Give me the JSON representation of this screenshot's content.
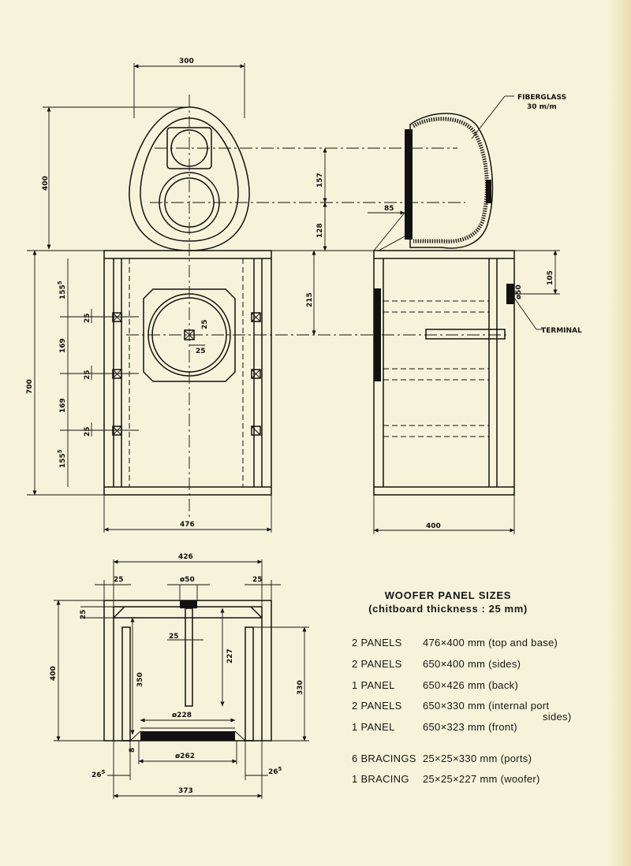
{
  "front_view": {
    "width_top": "300",
    "height_top": "400",
    "cabinet_height": "700",
    "cabinet_width": "476",
    "spacing": [
      "155",
      "169",
      "169",
      "155"
    ],
    "spacing_sup": "5",
    "bracing": [
      "25",
      "25",
      "25"
    ],
    "woofer_center": "215",
    "woofer_offset": "25"
  },
  "side_view": {
    "fiberglass_label": "FIBERGLASS",
    "fiberglass_value": "30 m/m",
    "dim_157": "157",
    "dim_128": "128",
    "dim_85": "85",
    "dim_105": "105",
    "port_diameter": "ø50",
    "terminal_label": "TERMINAL",
    "depth": "400"
  },
  "top_view": {
    "outer_width": "426",
    "wall_left": "25",
    "wall_right": "25",
    "terminal_diameter": "ø50",
    "wall_top": "25",
    "bar_width": "25",
    "height_350": "350",
    "height_227": "227",
    "depth_400": "400",
    "port_330": "330",
    "diam_228": "ø228",
    "diam_262": "ø262",
    "small_8": "8",
    "offset_left": "26",
    "offset_right": "26",
    "offset_sup": "5",
    "inner_width": "373"
  },
  "panel_table": {
    "title": "WOOFER PANEL SIZES",
    "subtitle": "(chitboard thickness : 25 mm)",
    "rows": [
      {
        "qty": "2 PANELS",
        "spec": "476×400 mm (top and base)"
      },
      {
        "qty": "2 PANELS",
        "spec": "650×400 mm (sides)"
      },
      {
        "qty": "1 PANEL",
        "spec": "650×426 mm (back)"
      },
      {
        "qty": "2 PANELS",
        "spec": "650×330 mm (internal port"
      },
      {
        "qty": "1 PANEL",
        "spec": "650×323 mm (front)"
      },
      {
        "qty": "6 BRACINGS",
        "spec": "25×25×330 mm (ports)"
      },
      {
        "qty": "1 BRACING",
        "spec": "25×25×227 mm (woofer)"
      }
    ],
    "row4_cont": "sides)"
  }
}
